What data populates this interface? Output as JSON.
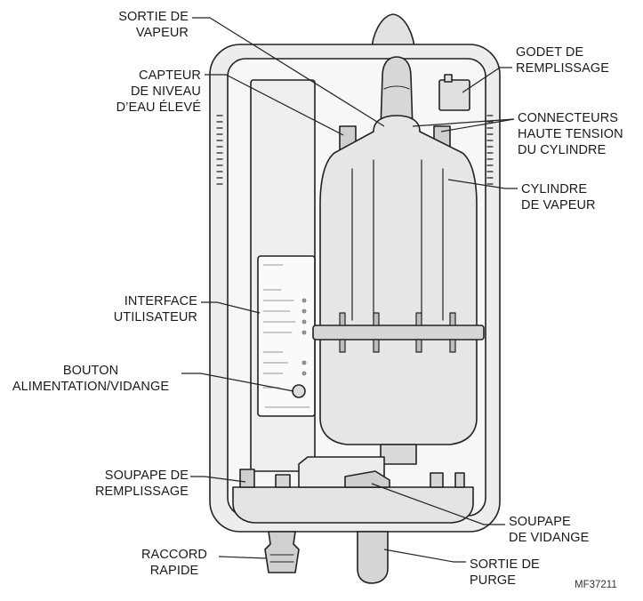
{
  "labels": {
    "sortie_vapeur": [
      "SORTIE DE",
      "VAPEUR"
    ],
    "capteur_niveau": [
      "CAPTEUR",
      "DE NIVEAU",
      "D’EAU ÉLEVÉ"
    ],
    "interface": [
      "INTERFACE",
      "UTILISATEUR"
    ],
    "bouton": [
      "BOUTON",
      "ALIMENTATION/VIDANGE"
    ],
    "soupape_remplissage": [
      "SOUPAPE DE",
      "REMPLISSAGE"
    ],
    "raccord": [
      "RACCORD",
      "RAPIDE"
    ],
    "godet": [
      "GODET DE",
      "REMPLISSAGE"
    ],
    "connecteurs": [
      "CONNECTEURS",
      "HAUTE TENSION",
      "DU CYLINDRE"
    ],
    "cylindre": [
      "CYLINDRE",
      "DE VAPEUR"
    ],
    "soupape_vidange": [
      "SOUPAPE",
      "DE VIDANGE"
    ],
    "sortie_purge": [
      "SORTIE DE",
      "PURGE"
    ]
  },
  "figure_code": "MF37211"
}
